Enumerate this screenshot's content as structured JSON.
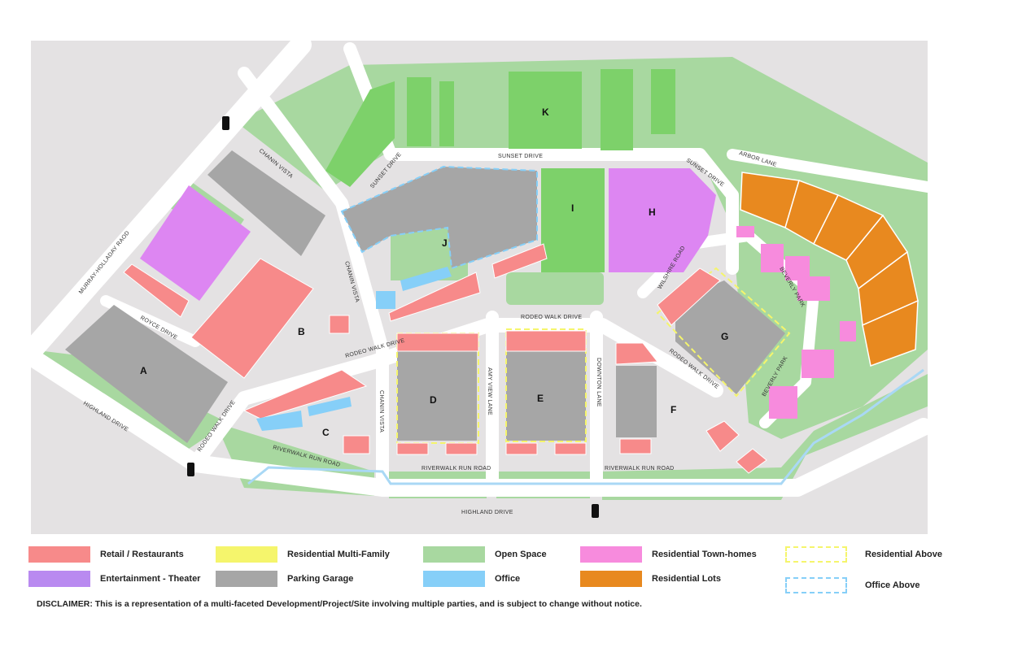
{
  "roads": {
    "murray": "MURRAY-HOLLADAY RAOD",
    "royce": "ROYCE DRIVE",
    "highland": "HIGHLAND DRIVE",
    "rodeo": "RODEO WALK DRIVE",
    "chanin": "CHANIN VISTA",
    "sunset": "SUNSET DRIVE",
    "arbor": "ARBOR LANE",
    "wilshire": "WILSHIRE ROAD",
    "beverly": "BEVERLY PARK",
    "amyview": "AMY VIEW LANE",
    "downton": "DOWNTON LANE",
    "riverwalk": "RIVERWALK RUN ROAD"
  },
  "blocks": {
    "A": "A",
    "B": "B",
    "C": "C",
    "D": "D",
    "E": "E",
    "F": "F",
    "G": "G",
    "H": "H",
    "I": "I",
    "J": "J",
    "K": "K"
  },
  "colors": {
    "retail": "#f78a8a",
    "multifamily": "#f5f56c",
    "open": "#a8d8a0",
    "townhomes": "#f78bdd",
    "theater": "#b98af0",
    "parking": "#a6a6a6",
    "office": "#86cff8",
    "lots": "#e8891f",
    "bg": "#e4e2e3",
    "brightgreen": "#7dd16a",
    "purple": "#dd86f2"
  },
  "legend": [
    {
      "label": "Retail / Restaurants",
      "key": "retail"
    },
    {
      "label": "Entertainment - Theater",
      "key": "theater"
    },
    {
      "label": "Residential Multi-Family",
      "key": "multifamily"
    },
    {
      "label": "Parking Garage",
      "key": "parking"
    },
    {
      "label": "Open Space",
      "key": "open"
    },
    {
      "label": "Office",
      "key": "office"
    },
    {
      "label": "Residential Town-homes",
      "key": "townhomes"
    },
    {
      "label": "Residential Lots",
      "key": "lots"
    },
    {
      "label": "Residential Above",
      "key": "res-above"
    },
    {
      "label": "Office Above",
      "key": "office-above"
    }
  ],
  "disclaimer": "DISCLAIMER: This is a representation of a multi-faceted Development/Project/Site involving multiple parties, and is subject to change without notice."
}
